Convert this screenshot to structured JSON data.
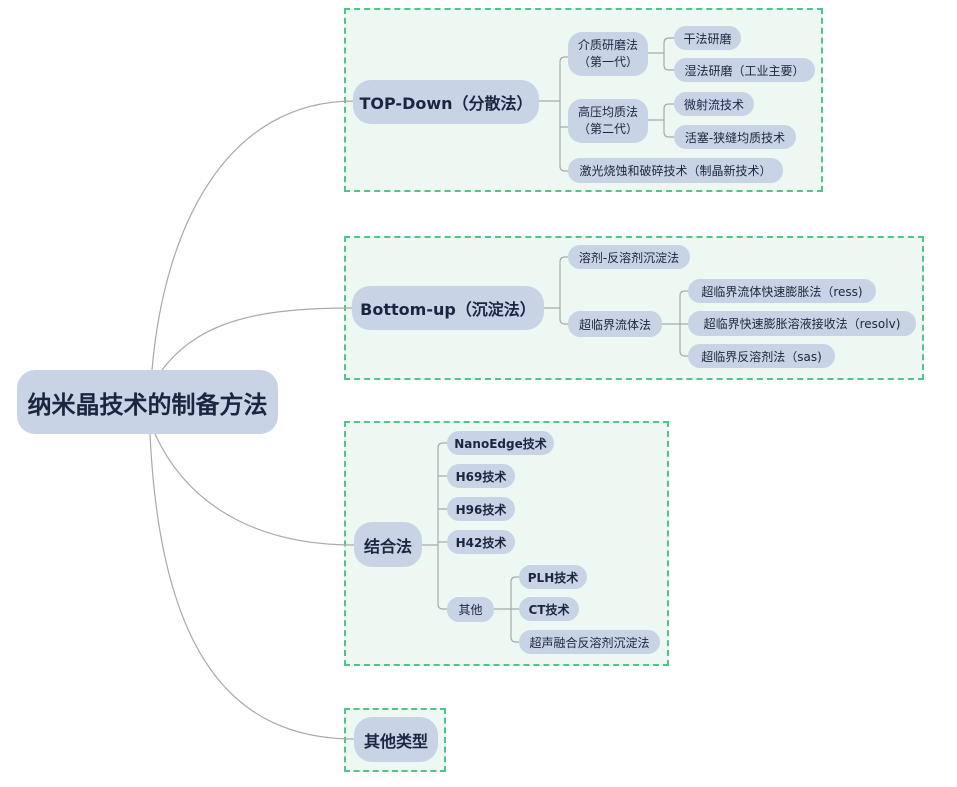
{
  "colors": {
    "node_fill": "#c9d3e6",
    "group_fill": "#ecf8f1",
    "group_border": "#52c48a",
    "connector": "#a9a9a9",
    "text": "#1c2540"
  },
  "root": {
    "label": "纳米晶技术的制备方法"
  },
  "branches": [
    {
      "label": "TOP-Down（分散法）",
      "children": [
        {
          "label_line1": "介质研磨法",
          "label_line2": "（第一代）",
          "children": [
            {
              "label": "干法研磨"
            },
            {
              "label": "湿法研磨（工业主要）"
            }
          ]
        },
        {
          "label_line1": "高压均质法",
          "label_line2": "（第二代）",
          "children": [
            {
              "label": "微射流技术"
            },
            {
              "label": "活塞-狭缝均质技术"
            }
          ]
        },
        {
          "label": "激光烧蚀和破碎技术（制晶新技术）"
        }
      ]
    },
    {
      "label": "Bottom-up（沉淀法）",
      "children": [
        {
          "label": "溶剂-反溶剂沉淀法"
        },
        {
          "label": "超临界流体法",
          "children": [
            {
              "label": "超临界流体快速膨胀法（ress)"
            },
            {
              "label": "超临界快速膨胀溶液接收法（resolv)"
            },
            {
              "label": "超临界反溶剂法（sas)"
            }
          ]
        }
      ]
    },
    {
      "label": "结合法",
      "children": [
        {
          "label": "NanoEdge技术"
        },
        {
          "label": "H69技术"
        },
        {
          "label": "H96技术"
        },
        {
          "label": "H42技术"
        },
        {
          "label": "其他",
          "children": [
            {
              "label": "PLH技术"
            },
            {
              "label": "CT技术"
            },
            {
              "label": "超声融合反溶剂沉淀法"
            }
          ]
        }
      ]
    },
    {
      "label": "其他类型"
    }
  ]
}
